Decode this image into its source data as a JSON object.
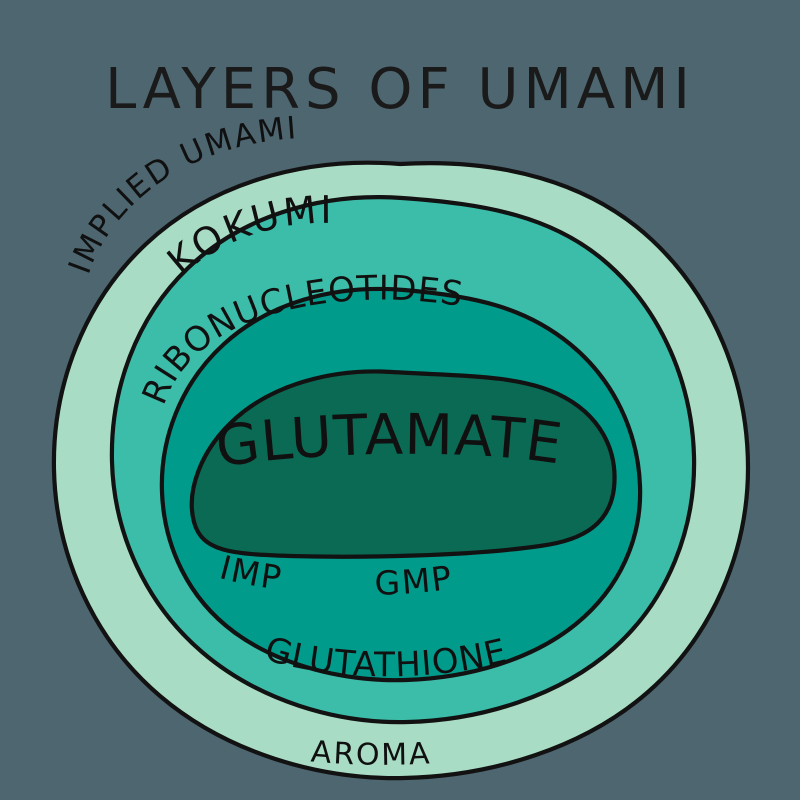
{
  "title": "LAYERS OF UMAMI",
  "background_color": "#4d6670",
  "ink_color": "#101010",
  "chart_data": {
    "type": "diagram",
    "subtype": "concentric-nested-blobs",
    "title": "LAYERS OF UMAMI",
    "description": "Four nested hand-drawn blob layers representing layers of umami flavor, from outermost to innermost.",
    "layers": [
      {
        "index": 0,
        "name": "Implied Umami",
        "label": "IMPLIED UMAMI",
        "sublabel": "AROMA",
        "color": "#a9dcc5",
        "depth": "outermost"
      },
      {
        "index": 1,
        "name": "Kokumi",
        "label": "KOKUMI",
        "sublabel": "GLUTATHIONE",
        "color": "#3bbda9",
        "depth": "second"
      },
      {
        "index": 2,
        "name": "Ribonucleotides",
        "label": "RIBONUCLEOTIDES",
        "sublabel": "IMP      GMP",
        "sublabel_parts": [
          "IMP",
          "GMP"
        ],
        "color": "#009b8a",
        "depth": "third"
      },
      {
        "index": 3,
        "name": "Glutamate",
        "label": "GLUTAMATE",
        "sublabel": "",
        "color": "#0a6a54",
        "depth": "core"
      }
    ],
    "legend": null,
    "grid": false
  },
  "labels": {
    "implied_umami": "IMPLIED UMAMI",
    "aroma": "AROMA",
    "kokumi": "KOKUMI",
    "glutathione": "GLUTATHIONE",
    "ribonucleotides": "RIBONUCLEOTIDES",
    "imp": "IMP",
    "gmp": "GMP",
    "glutamate": "GLUTAMATE"
  },
  "colors": {
    "layer_outer": "#a9dcc5",
    "layer_second": "#3bbda9",
    "layer_third": "#009b8a",
    "layer_core": "#0a6a54",
    "background": "#4d6670",
    "ink": "#101010"
  }
}
